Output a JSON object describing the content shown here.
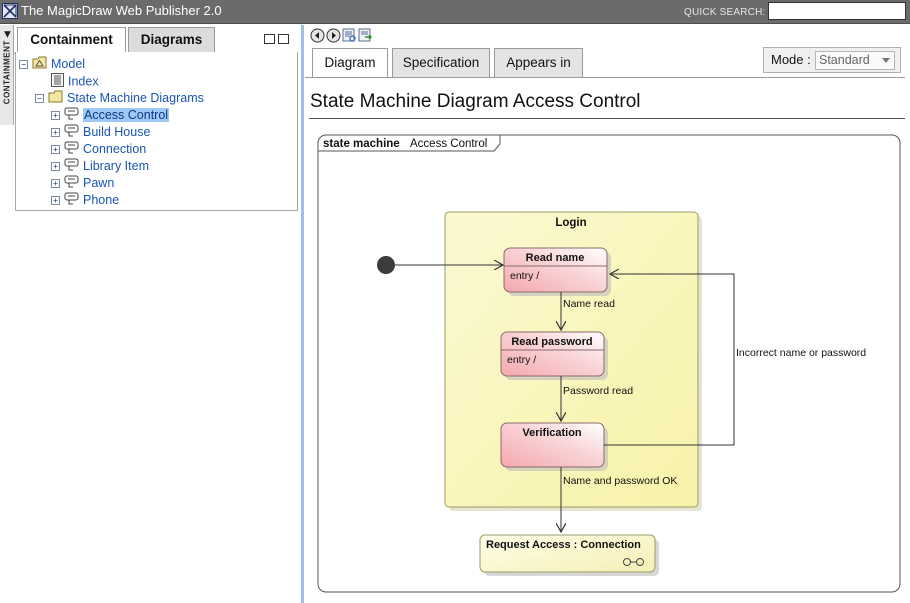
{
  "window": {
    "title": "The MagicDraw Web Publisher 2.0",
    "quick_search_label": "QUICK SEARCH:",
    "quick_search_value": ""
  },
  "side_tab": {
    "label": "CONTAINMENT"
  },
  "left_panel": {
    "tabs": [
      {
        "label": "Containment",
        "active": true
      },
      {
        "label": "Diagrams",
        "active": false
      }
    ],
    "tree": [
      {
        "label": "Model",
        "icon": "model-icon",
        "toggle": "minus",
        "level": 0
      },
      {
        "label": "Index",
        "icon": "index-icon",
        "toggle": "",
        "level": 1
      },
      {
        "label": "State Machine Diagrams",
        "icon": "folder-icon",
        "toggle": "minus",
        "level": 1
      },
      {
        "label": "Access Control",
        "icon": "state-machine-diagram-icon",
        "toggle": "plus",
        "level": 2,
        "selected": true
      },
      {
        "label": "Build House",
        "icon": "state-machine-diagram-icon",
        "toggle": "plus",
        "level": 2
      },
      {
        "label": "Connection",
        "icon": "state-machine-diagram-icon",
        "toggle": "plus",
        "level": 2
      },
      {
        "label": "Library Item",
        "icon": "state-machine-diagram-icon",
        "toggle": "plus",
        "level": 2
      },
      {
        "label": "Pawn",
        "icon": "state-machine-diagram-icon",
        "toggle": "plus",
        "level": 2
      },
      {
        "label": "Phone",
        "icon": "state-machine-diagram-icon",
        "toggle": "plus",
        "level": 2
      }
    ]
  },
  "right_panel": {
    "nav_buttons": [
      "back-icon",
      "forward-icon",
      "find-icon",
      "export-icon"
    ],
    "tabs": [
      {
        "label": "Diagram",
        "active": true
      },
      {
        "label": "Specification",
        "active": false
      },
      {
        "label": "Appears in",
        "active": false
      }
    ],
    "mode_label": "Mode :",
    "mode_value": "Standard",
    "page_title": "State Machine Diagram Access Control"
  },
  "diagram": {
    "frame_keyword": "state machine",
    "frame_name": "Access Control",
    "composite_state": "Login",
    "states": [
      {
        "name": "Read name",
        "entry": "entry /"
      },
      {
        "name": "Read password",
        "entry": "entry /"
      },
      {
        "name": "Verification",
        "entry": ""
      }
    ],
    "submachine_state": "Request Access : Connection",
    "transitions": [
      {
        "label": "Name read"
      },
      {
        "label": "Password read"
      },
      {
        "label": "Incorrect name or password"
      },
      {
        "label": "Name and password OK"
      }
    ]
  },
  "colors": {
    "titlebar": "#6b6b6b",
    "link": "#1a55b5",
    "selection": "#9ec8f5",
    "composite_fill": "#fbf8c4",
    "state_fill": "#f7c2c7",
    "splitter": "#9fc0e6"
  }
}
